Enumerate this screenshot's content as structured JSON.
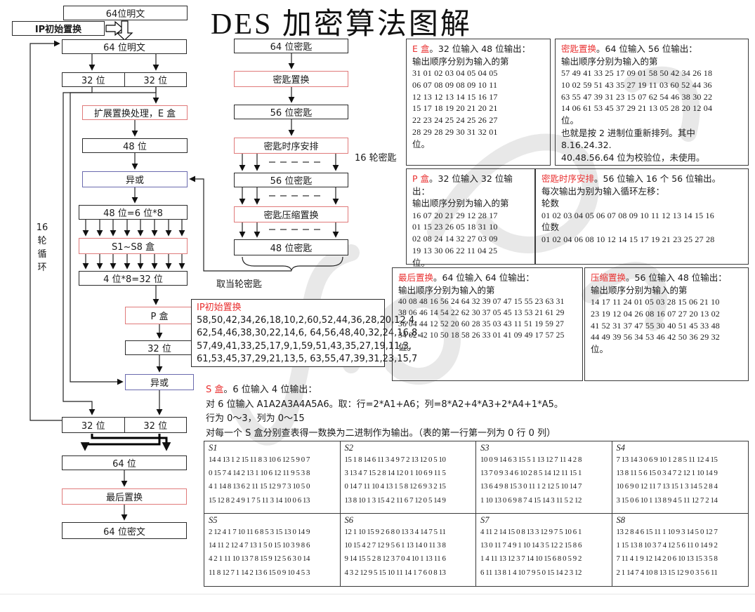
{
  "title": "DES 加密算法图解",
  "flow_left": {
    "plaintext_top": "64位明文",
    "ip_label": "IP初始置换",
    "plaintext2": "64 位明文",
    "left32": "32 位",
    "right32": "32 位",
    "e_box": "扩展置换处理，E 盒",
    "bits48": "48 位",
    "xor1": "异或",
    "bits48_6x8": "48 位=6 位*8",
    "s_boxes": "S1~S8 盒",
    "bits4x8": "4 位*8=32 位",
    "p_box": "P 盒",
    "bits32": "32 位",
    "xor2": "异或",
    "left32b": "32 位",
    "right32b": "32 位",
    "bits64": "64 位",
    "final_perm": "最后置换",
    "ciphertext": "64 位密文",
    "loop_lines": [
      "16",
      "轮",
      "循",
      "环"
    ]
  },
  "flow_key": {
    "key64": "64 位密匙",
    "key_perm": "密匙置换",
    "key56": "56 位密匙",
    "key_schedule": "密匙时序安排",
    "key56b": "56 位密匙",
    "key_compress": "密匙压缩置换",
    "key48": "48 位密匙",
    "rounds_label": "16 轮密匙",
    "take_key_label": "取当轮密匙"
  },
  "ip_table": {
    "title": "IP初始置换",
    "rows": [
      "58,50,42,34,26,18,10,2,60,52,44,36,28,20,12,4,",
      "62,54,46,38,30,22,14,6, 64,56,48,40,32,24,16,8,",
      "57,49,41,33,25,17,9,1,59,51,43,35,27,19,11,3,",
      "61,53,45,37,29,21,13,5, 63,55,47,39,31,23,15,7"
    ]
  },
  "info": {
    "e_box": {
      "title": "E 盒",
      "subtitle": "。32 位输入 48 位输出：",
      "intro": "输出顺序分别为输入的第",
      "rows": [
        "31 01 02 03 04 05 04 05",
        "06 07 08 09 08 09 10 11",
        "12 13 12 13 14 15 16 17",
        "15 17 18 19 20 21 20 21",
        "22 23 24 25 24 25 26 27",
        "28 29 28 29 30 31 32 01"
      ],
      "suffix": "位。"
    },
    "key_perm": {
      "title": "密匙置换",
      "subtitle": "。64 位输入 56 位输出：",
      "intro": "输出顺序分别为输入的第",
      "rows": [
        "57 49 41 33 25 17 09 01 58 50 42 34 26 18",
        "10 02 59 51 43 35 27 19 11 03 60 52 44 36",
        "63 55 47 39 31 23 15 07 62 54 46 38 30 22",
        "14 06 61 53 45 37 29 21 13 05 28 20 12 04"
      ],
      "suffix": "位。",
      "notes": [
        "也就是按 2 进制位重新排列。其中 8.16.24.32.",
        "40.48.56.64 位为校验位，未使用。"
      ]
    },
    "p_box": {
      "title": "P 盒",
      "subtitle": "。32 位输入 32 位输出：",
      "intro": "输出顺序分别为输入的第",
      "rows": [
        "16 07 20 21 29 12 28 17",
        "01 15 23 26 05 18 31 10",
        "02 08 24 14 32 27 03 09",
        "19 13 30 06 22 11 04 25"
      ],
      "suffix": "位。"
    },
    "key_sched": {
      "title": "密匙时序安排",
      "subtitle": "。56 位输入 16 个 56 位输出。",
      "line1": "每次输出为别为输入循环左移：",
      "round_label": "轮数",
      "round_nums": "01 02 03 04 05 06 07 08 09 10 11 12 13 14 15 16",
      "shift_label": "位数",
      "shift_nums": "01 02 04 06 08 10 12 14 15 17 19 21 23 25 27 28"
    },
    "final_perm": {
      "title": "最后置换",
      "subtitle": "。64 位输入 64 位输出：",
      "intro": "输出顺序分别为输入的第",
      "rows": [
        "40 08 48 16 56 24 64 32 39 07 47 15 55 23 63 31",
        "38 06 46 14 54 22 62 30 37 05 45 13 53 21 61 29",
        "36 04 44 12 52 20 60 28 35 03 43 11 51 19 59 27",
        "34 02 42 10 50 18 58 26 33 01 41 09 49 17 57 25"
      ],
      "suffix": "位。"
    },
    "comp_perm": {
      "title": "压缩置换",
      "subtitle": "。56 位输入 48 位输出：",
      "intro": "输出顺序分别为输入的第",
      "rows": [
        "14 17 11 24 01 05 03 28 15 06 21 10",
        "23 19 12 04 26 08 16 07 27 20 13 02",
        "41 52 31 37 47 55 30 40 51 45 33 48",
        "44 49 39 56 34 53 46 42 50 36 29 32"
      ],
      "suffix": "位。"
    }
  },
  "s_section": {
    "title": "S 盒",
    "desc1_rest": "。6 位输入 4 位输出：",
    "desc2": "对 6 位输入 A1A2A3A4A5A6。取：行=2*A1+A6；列=8*A2+4*A3+2*A4+1*A5。",
    "desc3": "行为 0～3，列为 0～15",
    "desc4": "对每一个 S 盒分别查表得一数换为二进制作为输出。（表的第一行第一列为 0 行 0 列）",
    "boxes": [
      {
        "name": "S1",
        "rows": [
          "14 4 13 1 2 15 11 8 3 10 6 12 5 9 0 7",
          "0 15 7 4 14 2 13 1 10 6 12 11 9 5 3 8",
          "4 1 14 8 13 6 2 11 15 12 9 7 3 10 5 0",
          "15 12 8 2 4 9 1 7 5 11 3 14 10 0 6 13"
        ]
      },
      {
        "name": "S2",
        "rows": [
          "15 1 8 14 6 11 3 4 9 7 2 13 12 0 5 10",
          "3 13 4 7 15 2 8 14 12 0 1 10 6 9 11 5",
          "0 14 7 11 10 4 13 1 5 8 12 6 9 3 2 15",
          "13 8 10 1 3 15 4 2 11 6 7 12 0 5 14 9"
        ]
      },
      {
        "name": "S3",
        "rows": [
          "10 0 9 14 6 3 15 5 1 13 12 7 11 4 2 8",
          "13 7 0 9 3 4 6 10 2 8 5 14 12 11 15 1",
          "13 6 4 9 8 15 3 0 11 1 2 12 5 10 14 7",
          "1 10 13 0 6 9 8 7 4 15 14 3 11 5 2 12"
        ]
      },
      {
        "name": "S4",
        "rows": [
          "7 13 14 3 0 6 9 10 1 2 8 5 11 12 4 15",
          "13 8 11 5 6 15 0 3 4 7 2 12 1 10 14 9",
          "10 6 9 0 12 11 7 13 15 1 3 14 5 2 8 4",
          "3 15 0 6 10 1 13 8 9 4 5 11 12 7 2 14"
        ]
      },
      {
        "name": "S5",
        "rows": [
          "2 12 4 1 7 10 11 6 8 5 3 15 13 0 14 9",
          "14 11 2 12 4 7 13 1 5 0 15 10 3 9 8 6",
          "4 2 1 11 10 13 7 8 15 9 12 5 6 3 0 14",
          "11 8 12 7 1 14 2 13 6 15 0 9 10 4 5 3"
        ]
      },
      {
        "name": "S6",
        "rows": [
          "12 1 10 15 9 2 6 8 0 13 3 4 14 7 5 11",
          "10 15 4 2 7 12 9 5 6 1 13 14 0 11 3 8",
          "9 14 15 5 2 8 12 3 7 0 4 10 1 13 11 6",
          "4 3 2 12 9 5 15 10 11 14 1 7 6 0 8 13"
        ]
      },
      {
        "name": "S7",
        "rows": [
          "4 11 2 14 15 0 8 13 3 12 9 7 5 10 6 1",
          "13 0 11 7 4 9 1 10 14 3 5 12 2 15 8 6",
          "1 4 11 13 12 3 7 14 10 15 6 8 0 5 9 2",
          "6 11 13 8 1 4 10 7 9 5 0 15 14 2 3 12"
        ]
      },
      {
        "name": "S8",
        "rows": [
          "13 2 8 4 6 15 11 1 10 9 3 14 5 0 12 7",
          "1 15 13 8 10 3 7 4 12 5 6 11 0 14 9 2",
          "7 11 4 1 9 12 14 2 0 6 10 13 15 3 5 8",
          "2 1 14 7 4 10 8 13 15 12 9 0 3 5 6 11"
        ]
      }
    ]
  }
}
